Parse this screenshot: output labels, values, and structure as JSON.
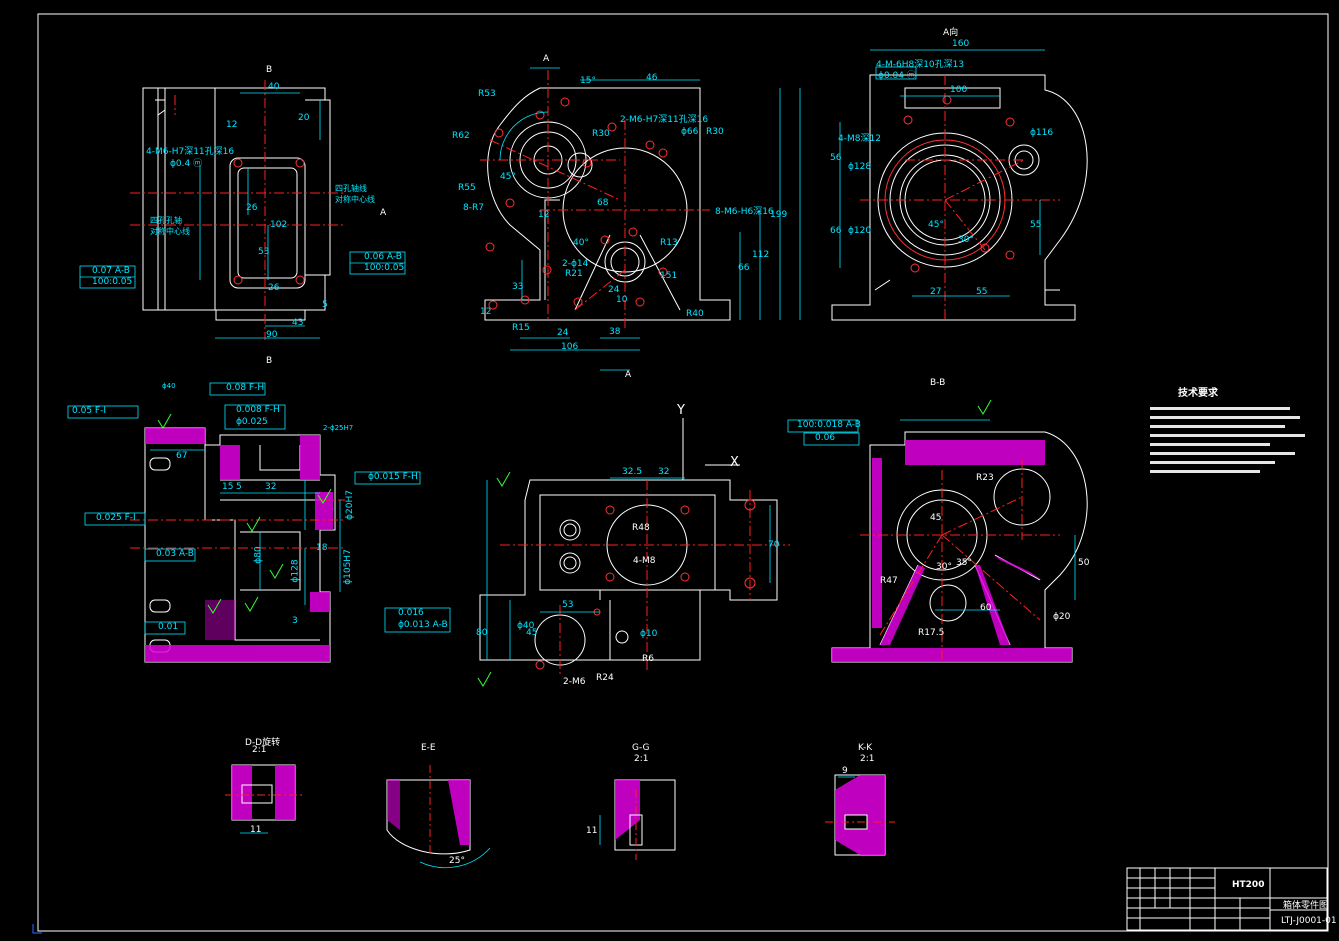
{
  "views": {
    "b_marker": "B",
    "a_marker": "A",
    "a_direction": "A向",
    "bb": "B-B",
    "y_axis": "Y",
    "x_axis": "X"
  },
  "sections": {
    "dd": "D-D旋转",
    "dd_scale": "2:1",
    "ee": "E-E",
    "gg": "G-G",
    "gg_scale": "2:1",
    "kk": "K-K",
    "kk_scale": "2:1"
  },
  "dims": {
    "v1_40": "40",
    "v1_12": "12",
    "v1_20": "20",
    "v1_26": "26",
    "v1_102": "102",
    "v1_53": "53",
    "v1_26b": "26",
    "v1_5": "5",
    "v1_43": "43",
    "v1_90": "90",
    "v1_holes": "4-M6-H7深11孔深16",
    "v1_pos": "ϕ0.4 ⓜ",
    "v1_note1": "四孔轴线",
    "v1_note2": "对称中心线",
    "v1_note3": "四孔孔轴",
    "v1_note4": "对称中心线",
    "v2_15": "15°",
    "v2_46": "46",
    "v2_R53": "R53",
    "v2_R62": "R62",
    "v2_R55": "R55",
    "v2_8R7": "8-R7",
    "v2_R30a": "R30",
    "v2_R30b": "R30",
    "v2_2M6": "2-M6-H7深11孔深16",
    "v2_66": "ϕ66",
    "v2_68": "68",
    "v2_12": "12",
    "v2_40": "40°",
    "v2_45": "45°",
    "v2_2phi14": "2-ϕ14",
    "v2_R21": "R21",
    "v2_R13": "R13",
    "v2_8M6": "8-M6-H6深16",
    "v2_66b": "66",
    "v2_112": "112",
    "v2_199": "199",
    "v2_24": "24",
    "v2_10": "10",
    "v2_151": "151",
    "v2_R40": "R40",
    "v2_R15": "R15",
    "v2_24b": "24",
    "v2_38": "38",
    "v2_106": "106",
    "v2_33": "33",
    "v2_12b": "12",
    "v3_160": "160",
    "v3_holes": "4-M-6H8深10孔深13",
    "v3_pos": "ϕ0.04 ⓜ",
    "v3_100": "100",
    "v3_4M8": "4-M8深12",
    "v3_116": "ϕ116",
    "v3_128": "ϕ128",
    "v3_120": "ϕ120",
    "v3_56": "56",
    "v3_66": "66",
    "v3_55": "55",
    "v3_27": "27",
    "v3_55b": "55",
    "v3_45": "45°",
    "v3_30": "30°",
    "v4_67": "67",
    "v4_15": "15",
    "v4_5": "5",
    "v4_32": "32",
    "v4_2phi": "2-ϕ25H7",
    "v4_18": "18",
    "v4_3": "3",
    "v4_80": "ϕ80",
    "v4_128": "ϕ128",
    "v4_105": "ϕ105H7",
    "v4_20": "ϕ20H7",
    "v5_325": "32.5",
    "v5_32": "32",
    "v5_R48": "R48",
    "v5_4M8": "4-M8",
    "v5_70": "70",
    "v5_53": "53",
    "v5_80": "80",
    "v5_40": "ϕ40",
    "v5_45": "45",
    "v5_10": "ϕ10",
    "v5_R6": "R6",
    "v5_2M6": "2-M6",
    "v5_R24": "R24",
    "v6_R23": "R23",
    "v6_45": "45",
    "v6_30": "30°",
    "v6_35": "35°",
    "v6_R47": "R47",
    "v6_60": "60",
    "v6_R175": "R17.5",
    "v6_20": "ϕ20",
    "v6_50": "50",
    "dd_11": "11",
    "gg_11": "11",
    "kk_9": "9",
    "ee_25": "25°"
  },
  "tolerances": {
    "v1_flat": "0.07 A-B",
    "v1_perp": "100:0.05",
    "v1_flat2": "0.06 A-B",
    "v1_perp2": "100:0.05",
    "v4_pos": "ϕ40",
    "v4_perp": "0.08 F-H",
    "v4_par": "0.05 F-I",
    "v4_cyl": "0.008 F-H",
    "v4_round": "ϕ0.025",
    "v4_pos2": "ϕ0.015 F-H",
    "v4_flat": "0.025 F-I",
    "v4_run": "0.03 A-B",
    "v4_flat2": "0.01",
    "v4_flat3": "0.016",
    "v4_pos3": "ϕ0.013 A-B",
    "v6_perp": "100:0.018 A-B",
    "v6_flat": "0.06"
  },
  "tech": {
    "title": "技术要求"
  },
  "title_block": {
    "material": "HT200",
    "name": "箱体零件图",
    "code": "LTJ-J0001-01"
  },
  "colors": {
    "outline": "#ffffff",
    "dimension": "#00e5ff",
    "centerline": "#ff2020",
    "hatch": "#e000e0",
    "roughness": "#33ff33",
    "hole": "#ff3030"
  }
}
